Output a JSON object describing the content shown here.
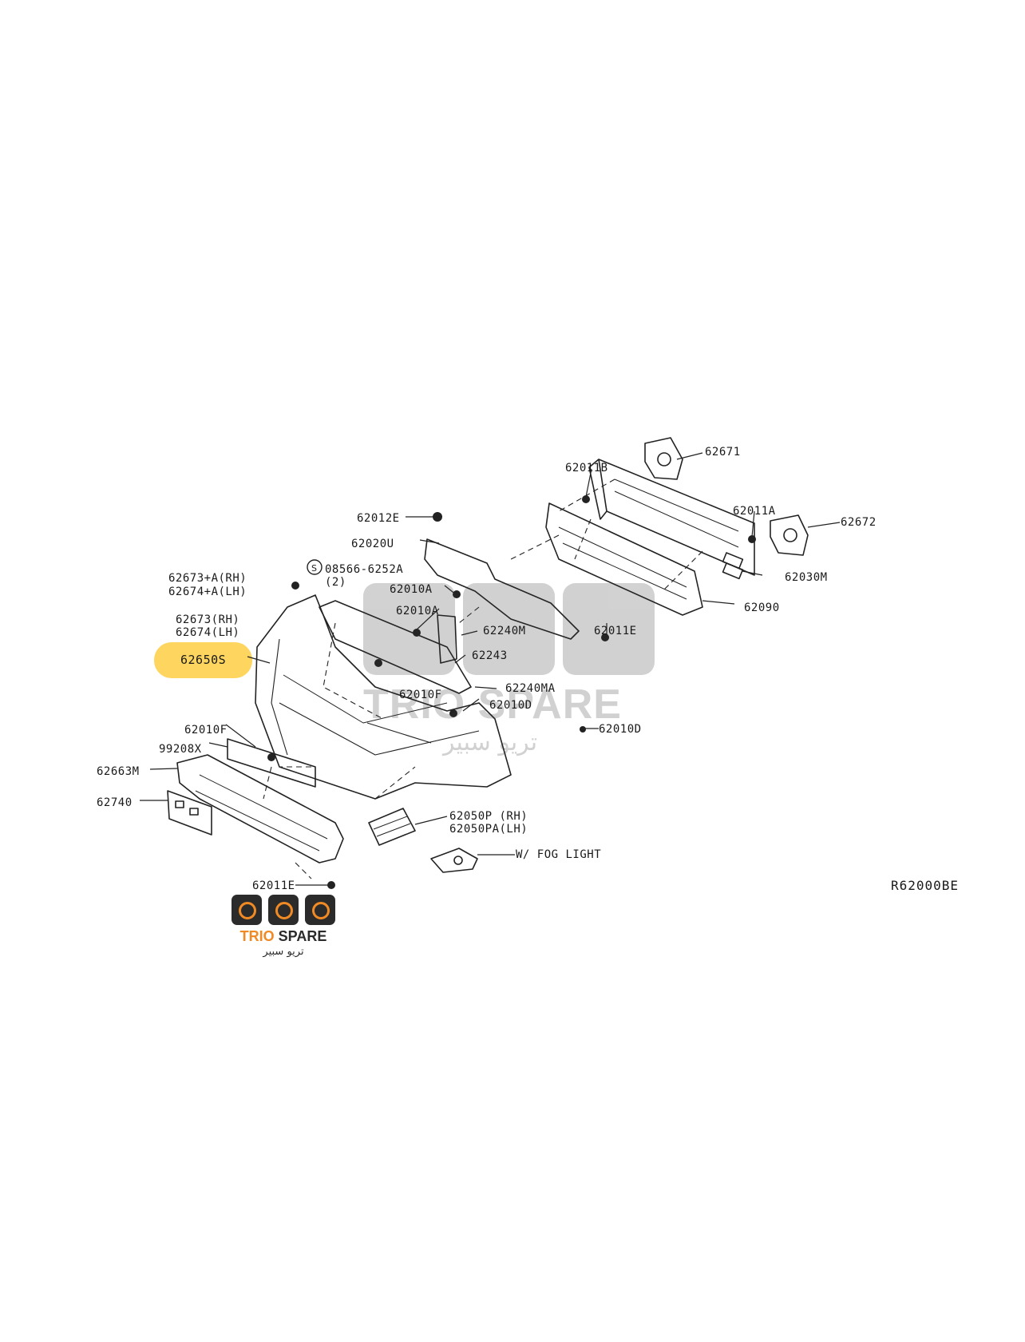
{
  "diagram": {
    "reference_code": "R62000BE",
    "highlighted_part": "62650S",
    "callouts": {
      "p62671": "62671",
      "p62011B": "62011B",
      "p62011A": "62011A",
      "p62672": "62672",
      "p62012E": "62012E",
      "p62020U": "62020U",
      "p62030M": "62030M",
      "p62673rh": "62673+A(RH)",
      "p62674lh": "62674+A(LH)",
      "p08566": "08566-6252A",
      "p08566qty": "(2)",
      "p62010A_1": "62010A",
      "p62010A_2": "62010A",
      "p62240M": "62240M",
      "p62011E_top": "62011E",
      "p62090": "62090",
      "p62673": "62673(RH)",
      "p62674": "62674(LH)",
      "p62243": "62243",
      "p62010F_1": "62010F",
      "p62240MA": "62240MA",
      "p62010D_1": "62010D",
      "p62010D_2": "62010D",
      "p62010F_2": "62010F",
      "p99208X": "99208X",
      "p62663M": "62663M",
      "p62740": "62740",
      "p62050P": "62050P (RH)",
      "p62050PA": "62050PA(LH)",
      "fog": "W/ FOG LIGHT",
      "p62011E_bottom": "62011E"
    }
  },
  "branding": {
    "name_part1": "TRIO",
    "name_part2": "SPARE",
    "name_arabic": "تريو سبير",
    "accent_color": "#f08a24",
    "highlight_color": "#fdd55f"
  }
}
